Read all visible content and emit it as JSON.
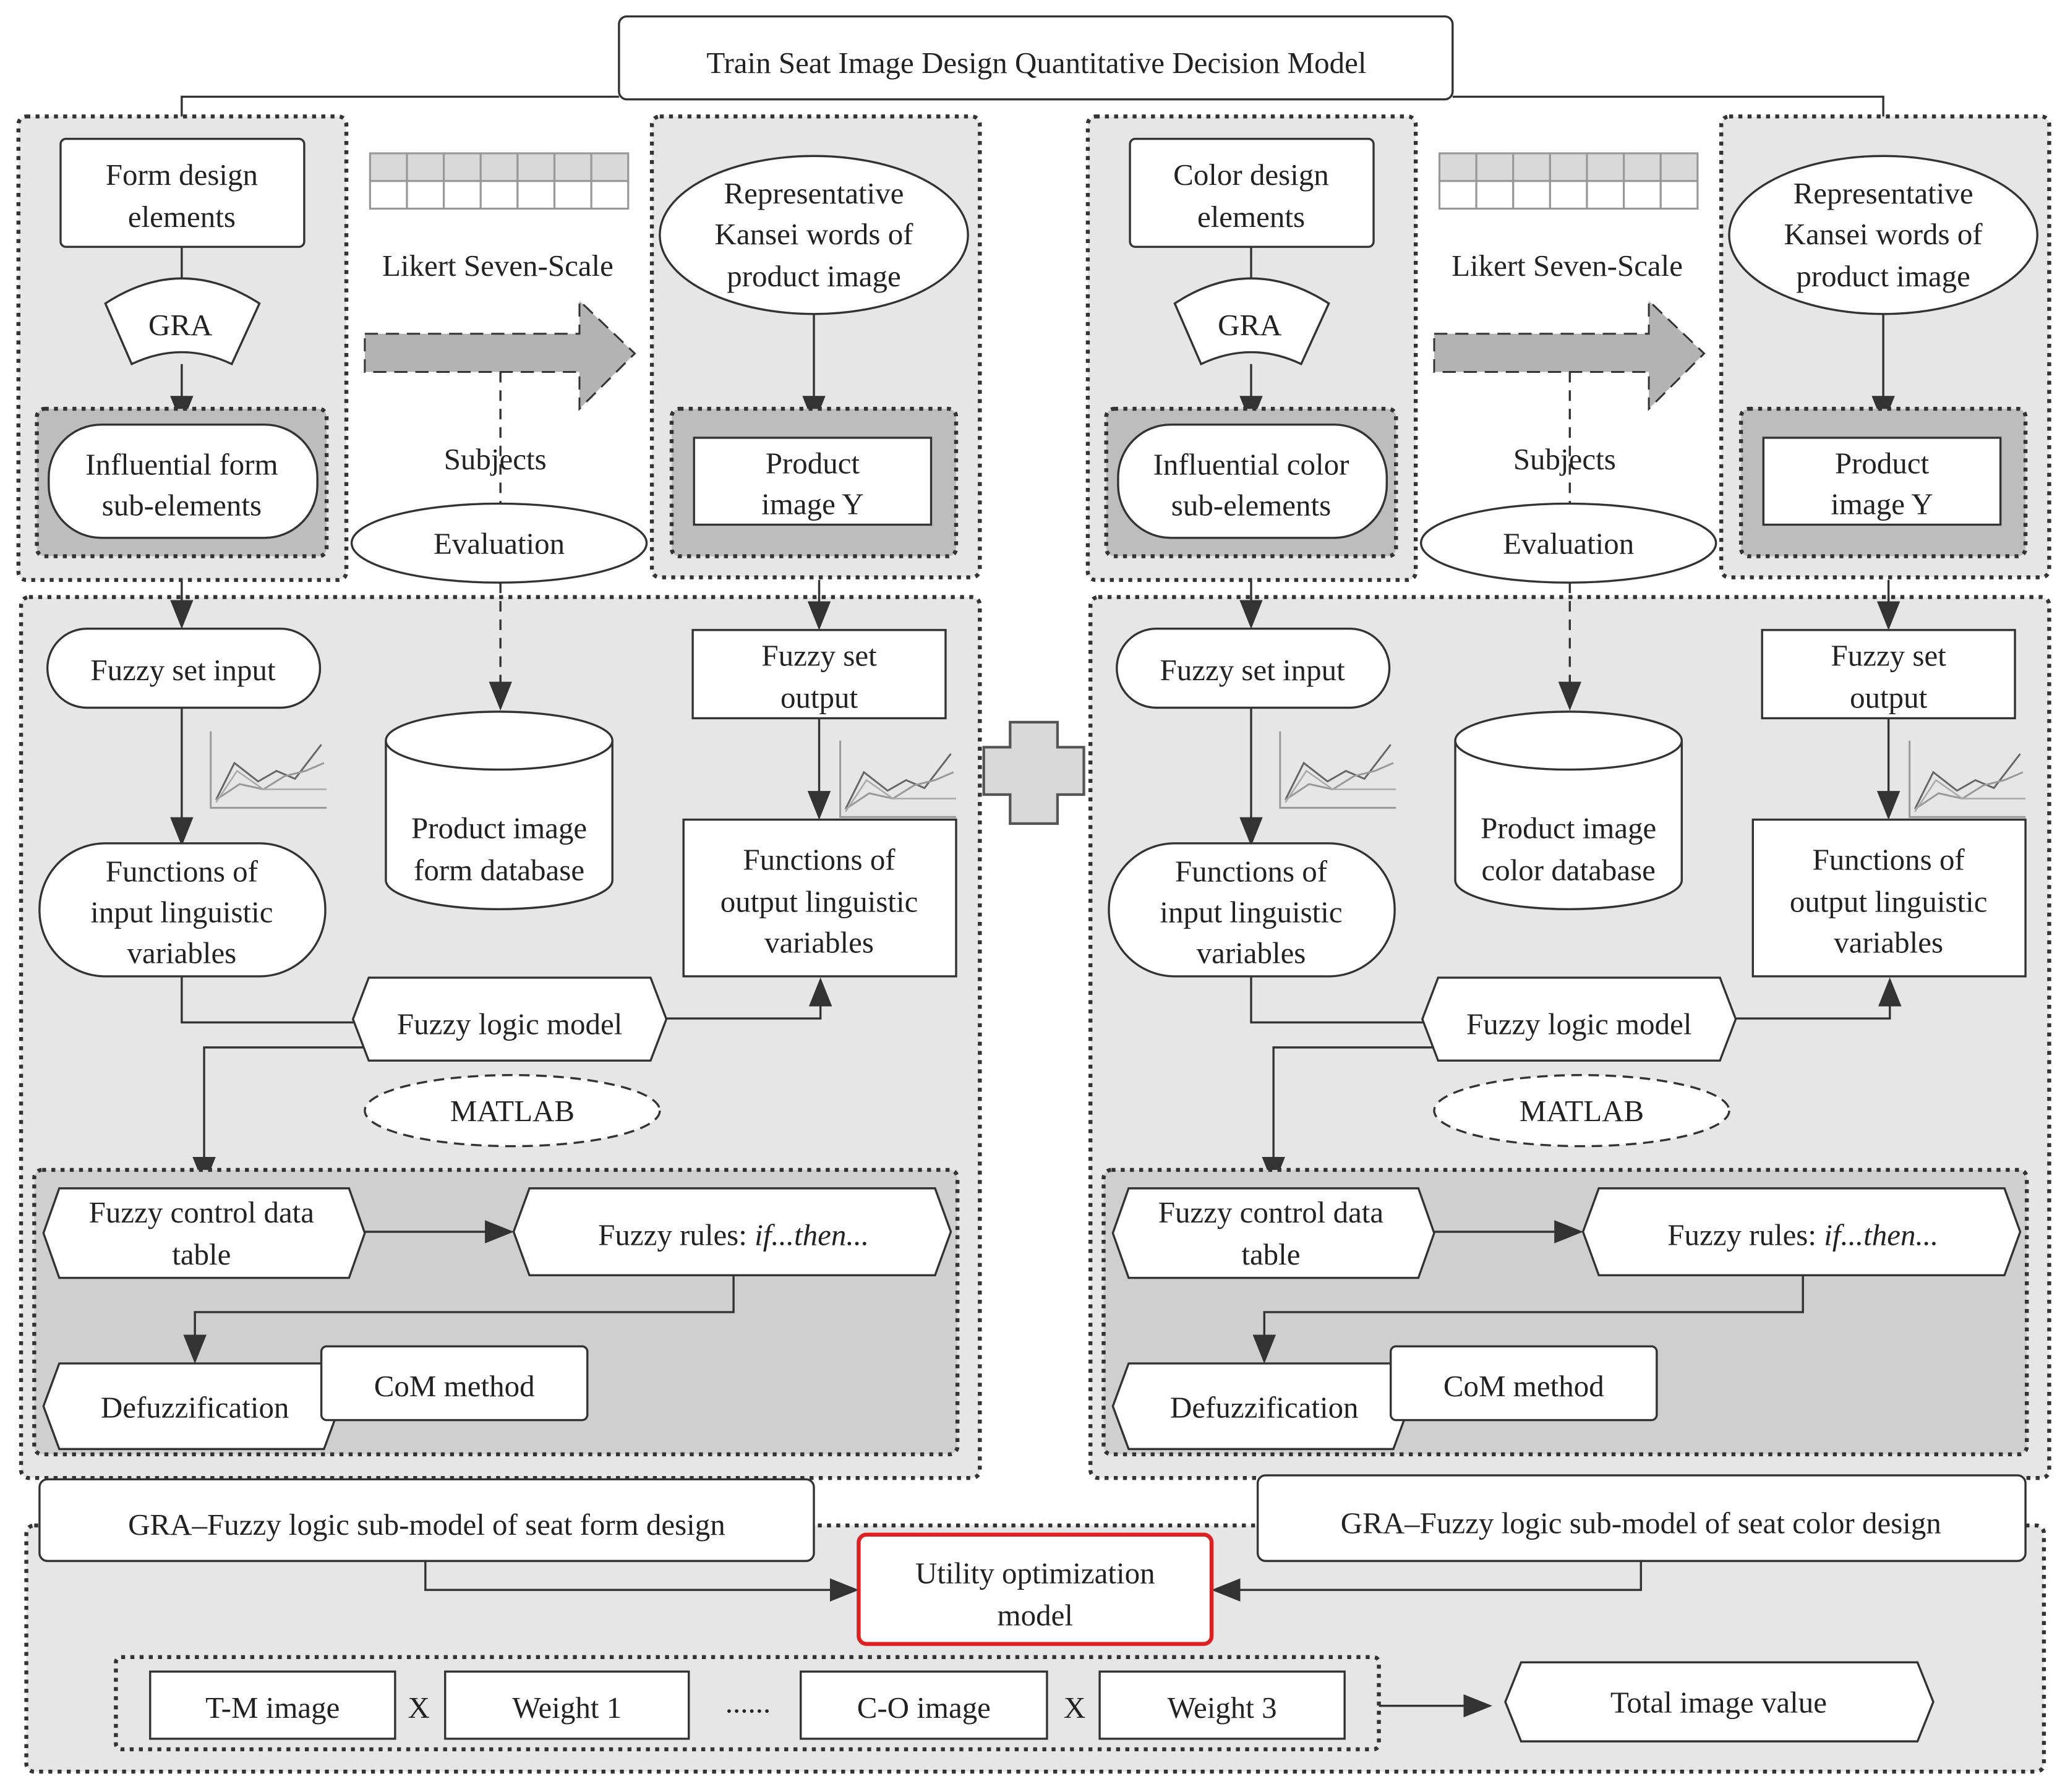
{
  "title": "Train Seat Image Design Quantitative Decision Model",
  "panels": [
    {
      "key": "form",
      "design_elements": [
        "Form design",
        "elements"
      ],
      "gra": "GRA",
      "influential": [
        "Influential form",
        "sub-elements"
      ],
      "likert": "Likert Seven-Scale",
      "subjects": "Subjects",
      "evaluation": "Evaluation",
      "kansei": [
        "Representative",
        "Kansei words of",
        "product image"
      ],
      "product_image": [
        "Product",
        "image Y"
      ],
      "fuzzy_input": "Fuzzy set input",
      "fuzzy_output": [
        "Fuzzy set",
        "output"
      ],
      "database": [
        "Product image",
        "form database"
      ],
      "input_functions": [
        "Functions of",
        "input linguistic",
        "variables"
      ],
      "output_functions": [
        "Functions of",
        "output linguistic",
        "variables"
      ],
      "fuzzy_logic_model": "Fuzzy logic model",
      "matlab": "MATLAB",
      "control_table": [
        "Fuzzy control data",
        "table"
      ],
      "rules_prefix": "Fuzzy rules: ",
      "rules_italic": "if...then...",
      "defuzzification": "Defuzzification",
      "com_method": "CoM method",
      "submodel": "GRA–Fuzzy logic sub-model of seat form design"
    },
    {
      "key": "color",
      "design_elements": [
        "Color design",
        "elements"
      ],
      "gra": "GRA",
      "influential": [
        "Influential color",
        "sub-elements"
      ],
      "likert": "Likert Seven-Scale",
      "subjects": "Subjects",
      "evaluation": "Evaluation",
      "kansei": [
        "Representative",
        "Kansei words of",
        "product image"
      ],
      "product_image": [
        "Product",
        "image Y"
      ],
      "fuzzy_input": "Fuzzy set input",
      "fuzzy_output": [
        "Fuzzy set",
        "output"
      ],
      "database": [
        "Product image",
        "color database"
      ],
      "input_functions": [
        "Functions of",
        "input linguistic",
        "variables"
      ],
      "output_functions": [
        "Functions of",
        "output linguistic",
        "variables"
      ],
      "fuzzy_logic_model": "Fuzzy logic model",
      "matlab": "MATLAB",
      "control_table": [
        "Fuzzy control data",
        "table"
      ],
      "rules_prefix": "Fuzzy rules: ",
      "rules_italic": "if...then...",
      "defuzzification": "Defuzzification",
      "com_method": "CoM method",
      "submodel": "GRA–Fuzzy logic sub-model of seat color design"
    }
  ],
  "utility": [
    "Utility optimization",
    "model"
  ],
  "formula": {
    "items": [
      "T-M image",
      "Weight 1",
      "C-O image",
      "Weight 3"
    ],
    "times": "X",
    "ellipsis": "......"
  },
  "total": "Total image value",
  "colors": {
    "region_fill": "#e6e6e6",
    "inner_dark_fill": "#bdbdbd",
    "control_fill": "#cfcfcf",
    "arrow_fill": "#b3b3b3",
    "stroke": "#333333",
    "highlight": "#e02020"
  }
}
